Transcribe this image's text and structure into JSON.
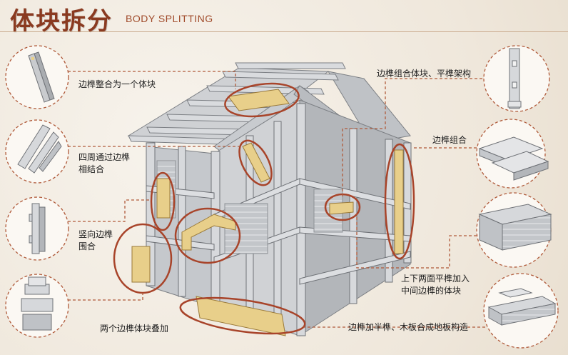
{
  "header": {
    "title_cn": "体块拆分",
    "title_en": "BODY SPLITTING"
  },
  "colors": {
    "accent": "#8a3a20",
    "circle_stroke": "#a8442a",
    "highlight_wood": "#e8cf8a",
    "frame_grey": "#b9bcc0"
  },
  "labels": {
    "l1": "边榫整合为一个体块",
    "l2a": "四周通过边榫",
    "l2b": "相结合",
    "l3a": "竖向边榫",
    "l3b": "围合",
    "l4": "两个边榫体块叠加",
    "r1": "边榫组合体块、平榫架构",
    "r2": "边榫组合",
    "r3a": "上下两面平榫加入",
    "r3b": "中间边榫的体块",
    "r4": "边榫加半榫、木板合成地板构造"
  }
}
